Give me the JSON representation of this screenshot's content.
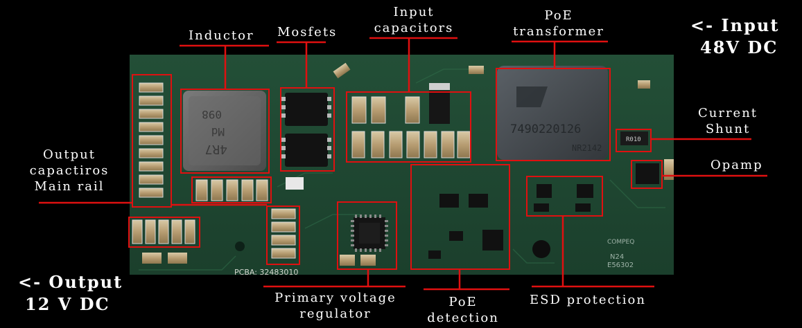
{
  "labels": {
    "inductor": "Inductor",
    "mosfets": "Mosfets",
    "input_caps_1": "Input",
    "input_caps_2": "capacitors",
    "poe_tx_1": "PoE",
    "poe_tx_2": "transformer",
    "input_1": "<- Input",
    "input_2": "48V DC",
    "current_shunt_1": "Current",
    "current_shunt_2": "Shunt",
    "opamp": "Opamp",
    "output_caps_1": "Output",
    "output_caps_2": "capactiros",
    "output_caps_3": "Main rail",
    "output_1": "<- Output",
    "output_2": "12 V DC",
    "primary_reg_1": "Primary voltage",
    "primary_reg_2": "regulator",
    "poe_det_1": "PoE",
    "poe_det_2": "detection",
    "esd": "ESD protection"
  },
  "pcb_markings": {
    "inductor_top": "098",
    "inductor_mid": "Md",
    "inductor_code": "4R7",
    "transformer_code": "7490220126",
    "transformer_part": "NR2142",
    "shunt_code": "R010",
    "pcba": "PCBA: 32483010",
    "compeq": "COMPEQ",
    "esd_code": "E56302",
    "n24": "N24"
  },
  "colors": {
    "pcb_green": "#1f4a32",
    "highlight": "#e01010",
    "label_text": "#ffffff",
    "background": "#000000"
  }
}
